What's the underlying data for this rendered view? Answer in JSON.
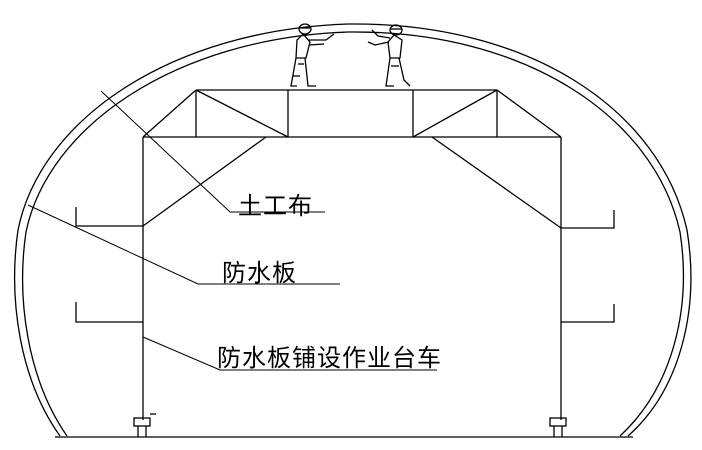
{
  "labels": {
    "geotextile": "土工布",
    "waterproof_board": "防水板",
    "trolley": "防水板铺设作业台车"
  }
}
